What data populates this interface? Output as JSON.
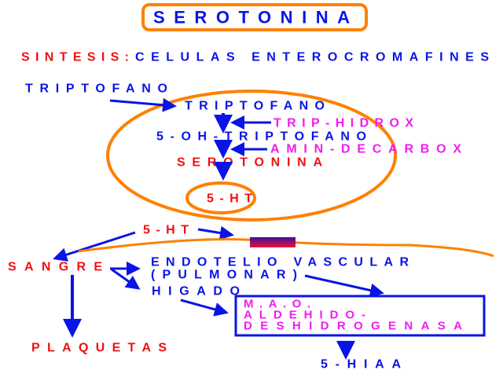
{
  "title": "SEROTONINA",
  "synthesis": {
    "label": "SINTESIS:",
    "location": "CELULAS ENTEROCROMAFINES"
  },
  "pathway": {
    "precursor_outside": "TRIPTOFANO",
    "precursor_inside": "TRIPTOFANO",
    "enzyme_1": "TRIP-HIDROX",
    "intermediate": "5-OH-TRIPTOFANO",
    "enzyme_2": "AMIN-DECARBOX",
    "product": "SEROTONINA",
    "stored": "5-HT"
  },
  "release": {
    "released": "5-HT",
    "blood": "SANGRE",
    "platelets": "PLAQUETAS"
  },
  "metabolism": {
    "endothelium_line1": "ENDOTELIO VASCULAR",
    "endothelium_line2": "(PULMONAR)",
    "liver": "HIGADO",
    "enzymes": [
      "M.A.O.",
      "ALDEHIDO-",
      "DESHIDROGENASA"
    ],
    "metabolite": "5-HIAA"
  },
  "colors": {
    "blue": "#0a14e6",
    "red": "#f01010",
    "magenta": "#f01cf0",
    "orange": "#ff8000"
  }
}
